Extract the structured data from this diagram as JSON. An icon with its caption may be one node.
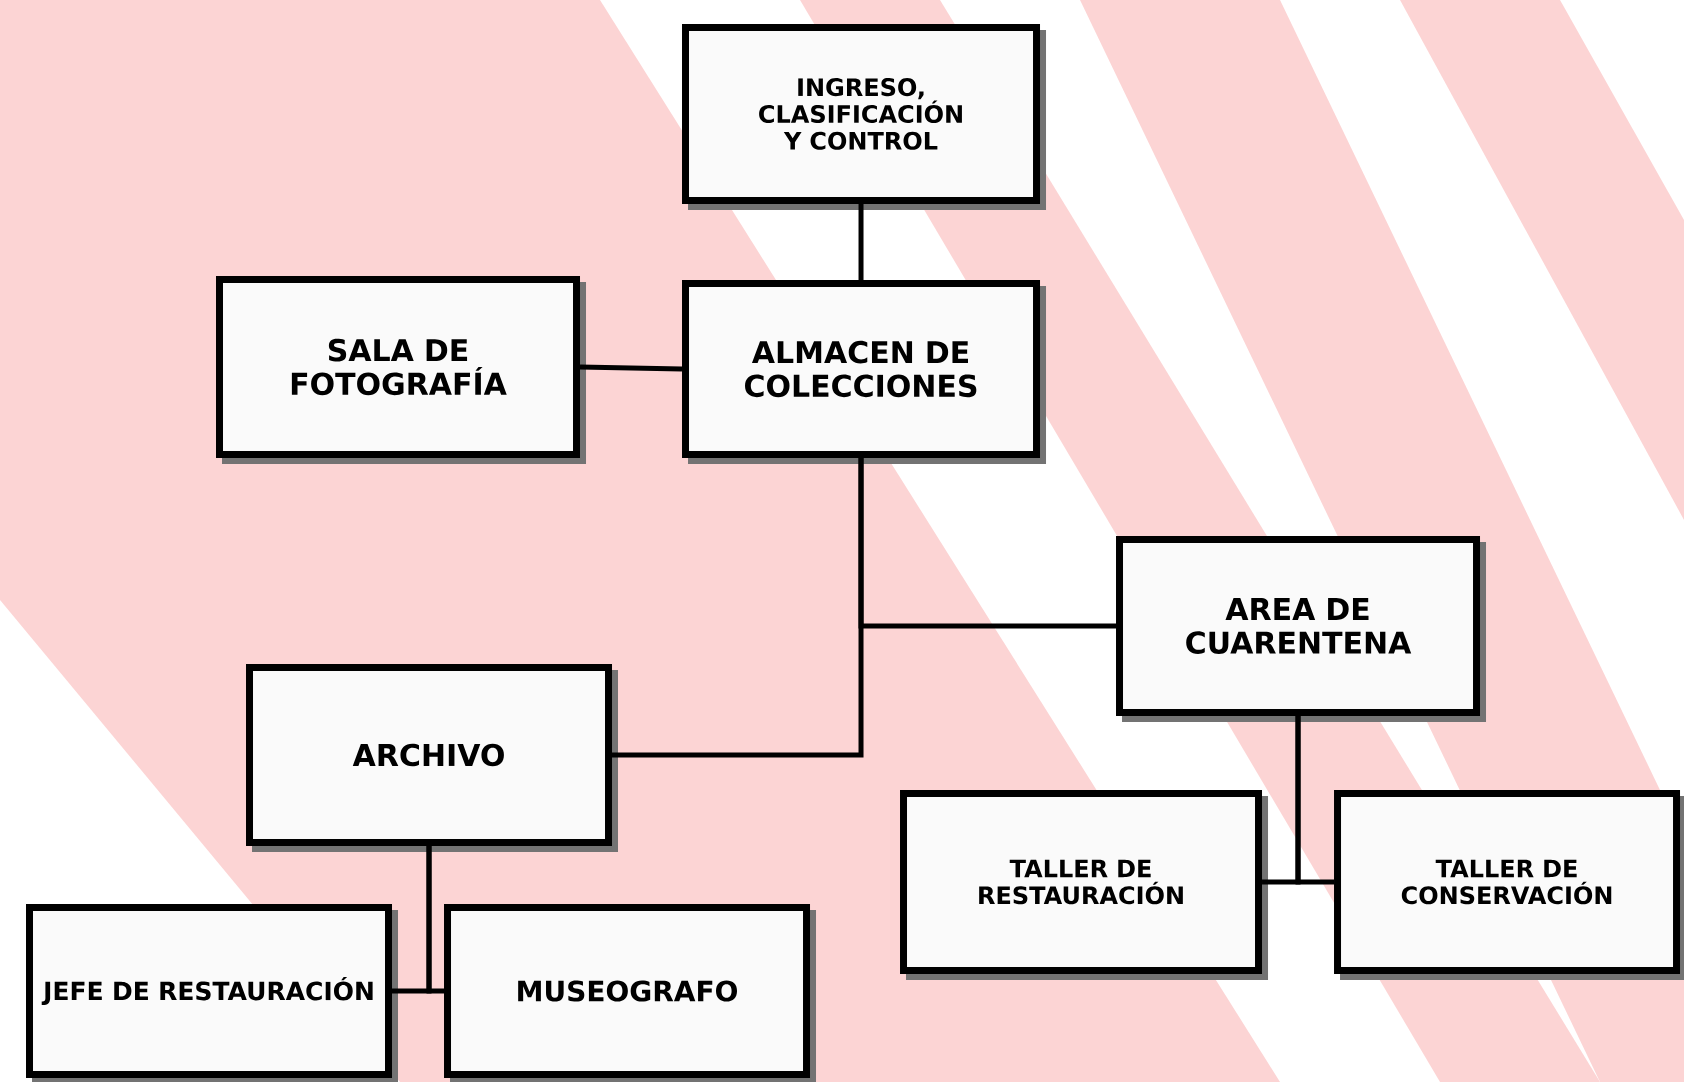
{
  "diagram": {
    "nodes": [
      {
        "text": [
          "INGRESO, CLASIFICACIÓN Y CONTROL"
        ]
      },
      {
        "text": [
          "SALA DE FOTOGRAFÍA"
        ]
      },
      {
        "text": [
          "ALMACEN DE COLECCIONES"
        ]
      },
      {
        "text": [
          "AREA DE CUARENTENA"
        ]
      },
      {
        "text": [
          "ARCHIVO"
        ]
      },
      {
        "text": [
          "TALLER DE RESTAURACIÓN"
        ]
      },
      {
        "text": [
          "TALLER DE CONSERVACIÓN"
        ]
      },
      {
        "text": [
          "JEFE DE RESTAURACIÓN"
        ]
      },
      {
        "text": [
          "MUSEOGRAFO"
        ]
      }
    ],
    "edges": [
      {
        "from": 0,
        "to": 2,
        "arrow": "none"
      },
      {
        "from": 1,
        "to": 2,
        "arrow": "none"
      },
      {
        "from": 2,
        "to": 3,
        "arrow": "none"
      },
      {
        "from": 2,
        "to": 4,
        "arrow": "none"
      },
      {
        "from": 3,
        "to": 5,
        "arrow": "none"
      },
      {
        "from": 3,
        "to": 6,
        "arrow": "none"
      },
      {
        "from": 4,
        "to": 7,
        "arrow": "none"
      },
      {
        "from": 4,
        "to": 8,
        "arrow": "none"
      }
    ]
  }
}
